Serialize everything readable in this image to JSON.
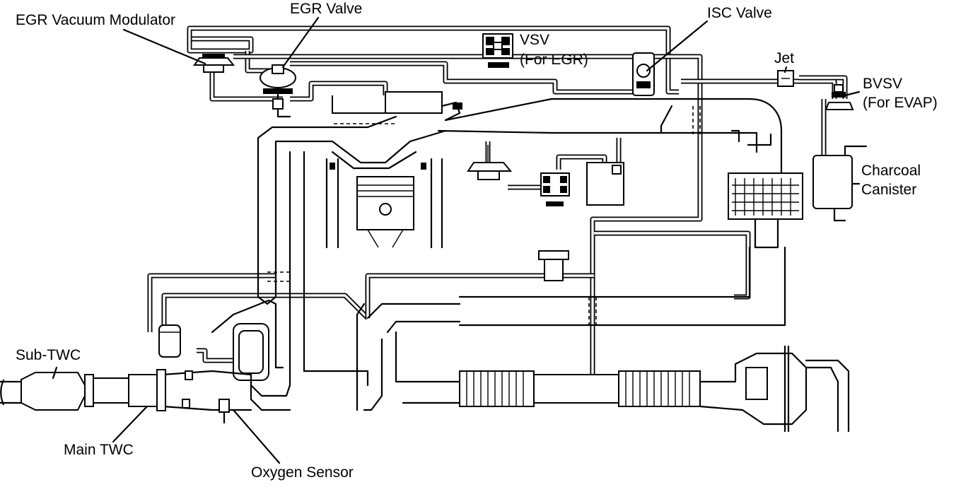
{
  "labels": {
    "egr_vacuum_modulator": "EGR Vacuum Modulator",
    "egr_valve": "EGR Valve",
    "isc_valve": "ISC Valve",
    "vsv": "VSV",
    "vsv_for_egr": "(For EGR)",
    "jet": "Jet",
    "bvsv": "BVSV",
    "bvsv_for_evap": "(For EVAP)",
    "charcoal": "Charcoal",
    "canister": "Canister",
    "sub_twc": "Sub-TWC",
    "main_twc": "Main TWC",
    "oxygen_sensor": "Oxygen Sensor"
  },
  "colors": {
    "line": "#000000",
    "background": "#ffffff"
  }
}
